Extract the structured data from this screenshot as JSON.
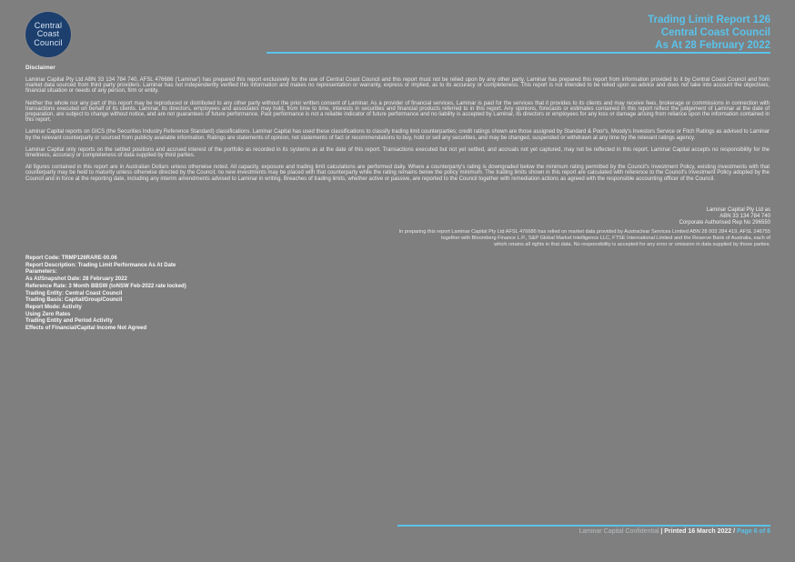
{
  "page": {
    "background_color": "#7f7f7f",
    "accent_color": "#5ac3eb",
    "logo_color": "#1c3f6e"
  },
  "logo": {
    "lines": [
      "Central",
      "Coast",
      "Council"
    ]
  },
  "header": {
    "line1": "Trading Limit Report 126",
    "line2": "Central Coast Council",
    "line3": "As At 28 February 2022"
  },
  "content": {
    "heading": "Disclaimer",
    "paragraphs": [
      "Laminar Capital Pty Ltd ABN 33 134 784 740, AFSL 476686 ('Laminar') has prepared this report exclusively for the use of Central Coast Council and this report must not be relied upon by any other party. Laminar has prepared this report from information provided to it by Central Coast Council and from market data sourced from third party providers. Laminar has not independently verified this information and makes no representation or warranty, express or implied, as to its accuracy or completeness. This report is not intended to be relied upon as advice and does not take into account the objectives, financial situation or needs of any person, firm or entity.",
      "Neither the whole nor any part of this report may be reproduced or distributed to any other party without the prior written consent of Laminar. As a provider of financial services, Laminar is paid for the services that it provides to its clients and may receive fees, brokerage or commissions in connection with transactions executed on behalf of its clients. Laminar, its directors, employees and associates may hold, from time to time, interests in securities and financial products referred to in this report. Any opinions, forecasts or estimates contained in this report reflect the judgement of Laminar at the date of preparation, are subject to change without notice, and are not guarantees of future performance. Past performance is not a reliable indicator of future performance and no liability is accepted by Laminar, its directors or employees for any loss or damage arising from reliance upon the information contained in this report.",
      "Laminar Capital reports on GICS (the Securities Industry Reference Standard) classifications. Laminar Capital has used these classifications to classify trading limit counterparties; credit ratings shown are those assigned by Standard & Poor's, Moody's Investors Service or Fitch Ratings as advised to Laminar by the relevant counterparty or sourced from publicly available information. Ratings are statements of opinion, not statements of fact or recommendations to buy, hold or sell any securities, and may be changed, suspended or withdrawn at any time by the relevant ratings agency.",
      "Laminar Capital only reports on the settled positions and accrued interest of the portfolio as recorded in its systems as at the date of this report. Transactions executed but not yet settled, and accruals not yet captured, may not be reflected in this report. Laminar Capital accepts no responsibility for the timeliness, accuracy or completeness of data supplied by third parties.",
      "All figures contained in this report are in Australian Dollars unless otherwise noted. All capacity, exposure and trading limit calculations are performed daily. Where a counterparty's rating is downgraded below the minimum rating permitted by the Council's Investment Policy, existing investments with that counterparty may be held to maturity unless otherwise directed by the Council; no new investments may be placed with that counterparty while the rating remains below the policy minimum. The trading limits shown in this report are calculated with reference to the Council's Investment Policy adopted by the Council and in force at the reporting date, including any interim amendments advised to Laminar in writing. Breaches of trading limits, whether active or passive, are reported to the Council together with remediation actions as agreed with the responsible accounting officer of the Council."
    ]
  },
  "provider_block": {
    "lines": [
      "Laminar Capital Pty Ltd as",
      "ABN 33 134 784 740",
      "Corporate Authorised Rep No 296550"
    ]
  },
  "sources_block": {
    "lines": [
      "In preparing this report Laminar Capital Pty Ltd AFSL 476686 has relied on market data provided by Austraclear Services Limited ABN 28 003 284 419, AFSL 246755",
      "together with Bloomberg Finance L.P., S&P Global Market Intelligence LLC, FTSE International Limited and the Reserve Bank of Australia, each of",
      "which retains all rights in that data. No responsibility is accepted for any error or omission in data supplied by those parties."
    ]
  },
  "report_details": {
    "lines": [
      "Report Code: TRMP126RARE-00.06",
      "Report Description: Trading Limit Performance As At Date",
      "Parameters:",
      "As At/Snapshot Date: 28 February 2022",
      "Reference Rate: 3 Month BBSW (toNSW Feb-2022 rate locked)",
      "Trading Entity: Central Coast Council",
      "Trading Basis: Capital/Group/Council",
      "Report Mode: Activity",
      "Using Zero Rates",
      "Trading Entity and Period Activity",
      "Effects of Financial/Capital Income Not Agreed"
    ]
  },
  "footer": {
    "confidential": "Laminar Capital Confidential",
    "printed": "| Printed 16 March 2022 /",
    "page": "Page 6 of 6"
  }
}
